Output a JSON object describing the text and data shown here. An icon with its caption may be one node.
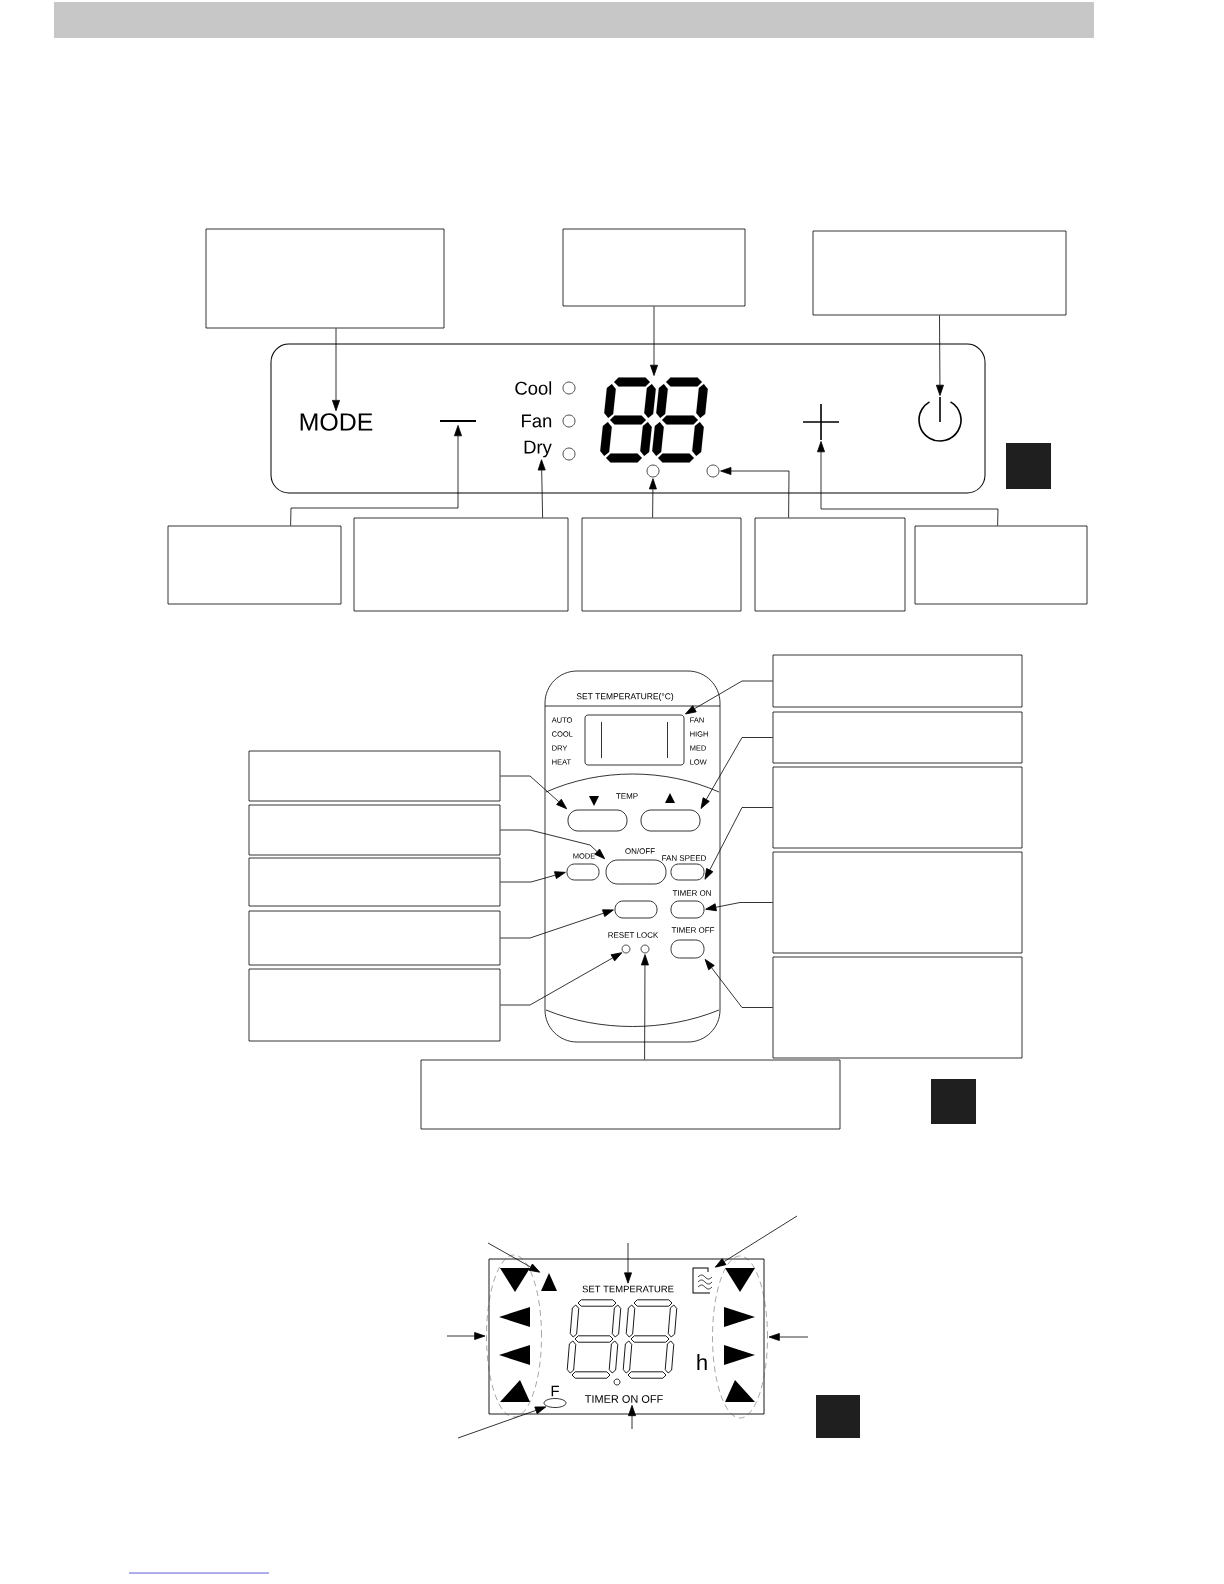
{
  "diagram": {
    "nodes": [
      {
        "text": [],
        "shape": "box"
      },
      {
        "text": [],
        "shape": "box"
      },
      {
        "text": [],
        "shape": "box"
      },
      {
        "text": [
          "MODE"
        ]
      },
      {
        "text": [],
        "shape": "minus"
      },
      {
        "text": [
          "Dry"
        ]
      },
      {
        "text": [],
        "shape": "display"
      },
      {
        "text": [],
        "shape": "circle"
      },
      {
        "text": [],
        "shape": "circle"
      },
      {
        "text": [],
        "shape": "plus"
      },
      {
        "text": [],
        "shape": "power"
      },
      {
        "text": [],
        "shape": "box"
      },
      {
        "text": [],
        "shape": "box"
      },
      {
        "text": [],
        "shape": "box"
      },
      {
        "text": [],
        "shape": "box"
      },
      {
        "text": [],
        "shape": "box"
      },
      {
        "text": [],
        "shape": "box"
      },
      {
        "text": [],
        "shape": "box"
      },
      {
        "text": [],
        "shape": "box"
      },
      {
        "text": [],
        "shape": "box"
      },
      {
        "text": [],
        "shape": "box"
      },
      {
        "text": [],
        "shape": "box"
      },
      {
        "text": [],
        "shape": "box"
      },
      {
        "text": [],
        "shape": "box"
      },
      {
        "text": [],
        "shape": "box"
      },
      {
        "text": [],
        "shape": "box"
      },
      {
        "text": [],
        "shape": "box"
      },
      {
        "text": [],
        "shape": "window"
      },
      {
        "text": [],
        "shape": "button"
      },
      {
        "text": [],
        "shape": "button"
      },
      {
        "text": [
          "MODE"
        ]
      },
      {
        "text": [
          "ON/OFF"
        ]
      },
      {
        "text": [
          "FAN SPEED"
        ]
      },
      {
        "text": [],
        "shape": "button"
      },
      {
        "text": [
          "TIMER ON"
        ]
      },
      {
        "text": [],
        "shape": "circle"
      },
      {
        "text": [],
        "shape": "circle"
      },
      {
        "text": [
          "TIMER OFF"
        ]
      },
      {
        "text": [],
        "shape": "triangle"
      },
      {
        "text": [
          "SET TEMPERATURE"
        ]
      },
      {
        "text": [],
        "shape": "icon"
      },
      {
        "text": [],
        "shape": "ellipse"
      },
      {
        "text": [],
        "shape": "ellipse"
      },
      {
        "text": [],
        "shape": "ellipse"
      },
      {
        "text": [
          "TIMER ON OFF"
        ]
      }
    ],
    "edges": [
      {
        "from": 0,
        "to": 3,
        "arrow": "to"
      },
      {
        "from": 1,
        "to": 6,
        "arrow": "to"
      },
      {
        "from": 2,
        "to": 10,
        "arrow": "to"
      },
      {
        "from": 11,
        "to": 4,
        "arrow": "to"
      },
      {
        "from": 12,
        "to": 5,
        "arrow": "to"
      },
      {
        "from": 13,
        "to": 7,
        "arrow": "to"
      },
      {
        "from": 14,
        "to": 8,
        "arrow": "to"
      },
      {
        "from": 15,
        "to": 9,
        "arrow": "to"
      },
      {
        "from": 16,
        "to": 27,
        "arrow": "to"
      },
      {
        "from": 17,
        "to": 29,
        "arrow": "to"
      },
      {
        "from": 18,
        "to": 32,
        "arrow": "to"
      },
      {
        "from": 19,
        "to": 34,
        "arrow": "to"
      },
      {
        "from": 20,
        "to": 37,
        "arrow": "to"
      },
      {
        "from": 21,
        "to": 28,
        "arrow": "to"
      },
      {
        "from": 22,
        "to": 31,
        "arrow": "to"
      },
      {
        "from": 23,
        "to": 30,
        "arrow": "to"
      },
      {
        "from": 24,
        "to": 33,
        "arrow": "to"
      },
      {
        "from": 25,
        "to": 35,
        "arrow": "to"
      },
      {
        "from": 26,
        "to": 36,
        "arrow": "to"
      },
      {
        "from": null,
        "to": 38,
        "arrow": "to"
      },
      {
        "from": null,
        "to": 39,
        "arrow": "to"
      },
      {
        "from": null,
        "to": 40,
        "arrow": "to"
      },
      {
        "from": null,
        "to": 41,
        "arrow": "to"
      },
      {
        "from": null,
        "to": 42,
        "arrow": "to"
      },
      {
        "from": null,
        "to": 43,
        "arrow": "to"
      },
      {
        "from": null,
        "to": 44,
        "arrow": "to"
      }
    ],
    "labels": [
      "Cool",
      "Fan",
      "SET TEMPERATURE(°C)",
      "AUTO",
      "FAN",
      "COOL",
      "HIGH",
      "DRY",
      "MED",
      "HEAT",
      "LOW",
      "TEMP",
      "RESET LOCK",
      "h",
      "F"
    ]
  }
}
